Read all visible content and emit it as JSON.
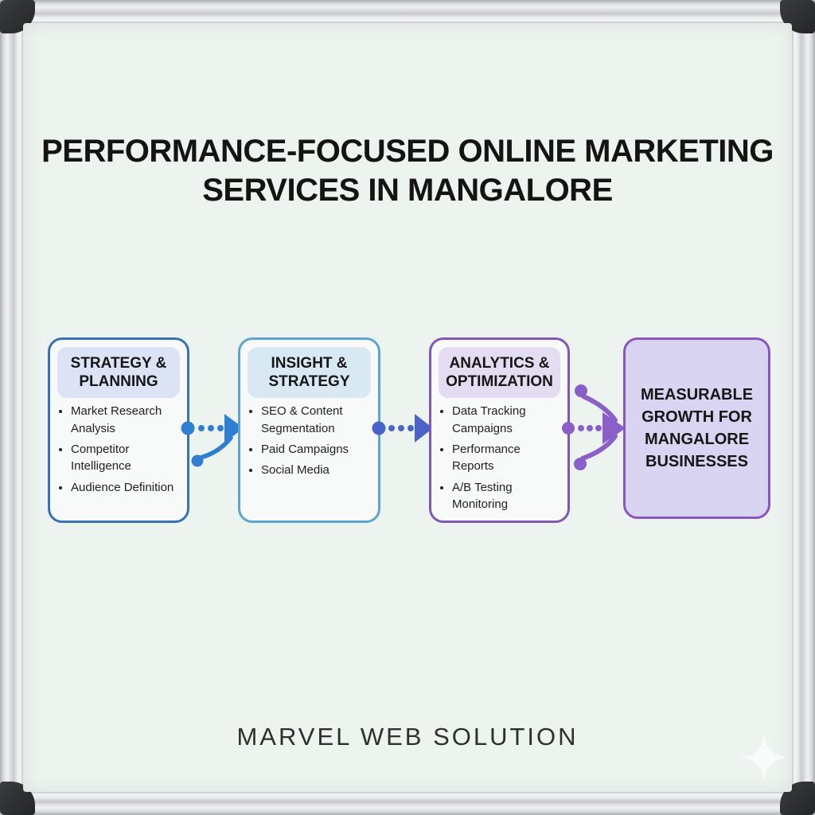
{
  "title": {
    "line1": "PERFORMANCE-FOCUSED ONLINE MARKETING",
    "line2": "SERVICES IN MANGALORE"
  },
  "diagram": {
    "stages": [
      {
        "title": "STRATEGY & PLANNING",
        "bullets": [
          "Market Research Analysis",
          "Competitor Intelligence",
          "Audience Definition"
        ]
      },
      {
        "title": "INSIGHT & STRATEGY",
        "bullets": [
          "SEO & Content Segmentation",
          "Paid Campaigns",
          "Social Media"
        ]
      },
      {
        "title": "ANALYTICS & OPTIMIZATION",
        "bullets": [
          "Data Tracking Campaigns",
          "Performance Reports",
          "A/B Testing Monitoring"
        ]
      },
      {
        "title": "MEASURABLE GROWTH FOR MANGALORE BUSINESSES",
        "bullets": []
      }
    ]
  },
  "footer": {
    "brand": "MARVEL WEB SOLUTION"
  },
  "colors": {
    "board_bg": "#edf4f0",
    "title_text": "#141414",
    "body_text": "#212121",
    "footer_text": "#2f2f2f",
    "stage1_border": "#3a70b6",
    "stage1_header_bg": "#dce3f4",
    "stage2_border": "#5ea5cd",
    "stage2_header_bg": "#d8e9f3",
    "stage3_border": "#7f57b5",
    "stage3_header_bg": "#e4ddf1",
    "stage4_border": "#8a55c1",
    "stage4_bg": "#d9d4f1",
    "flow1": "#2e7fd1",
    "flow2": "#4b63c9",
    "flow3": "#8a5fc9",
    "sparkle": "#ffffff"
  }
}
